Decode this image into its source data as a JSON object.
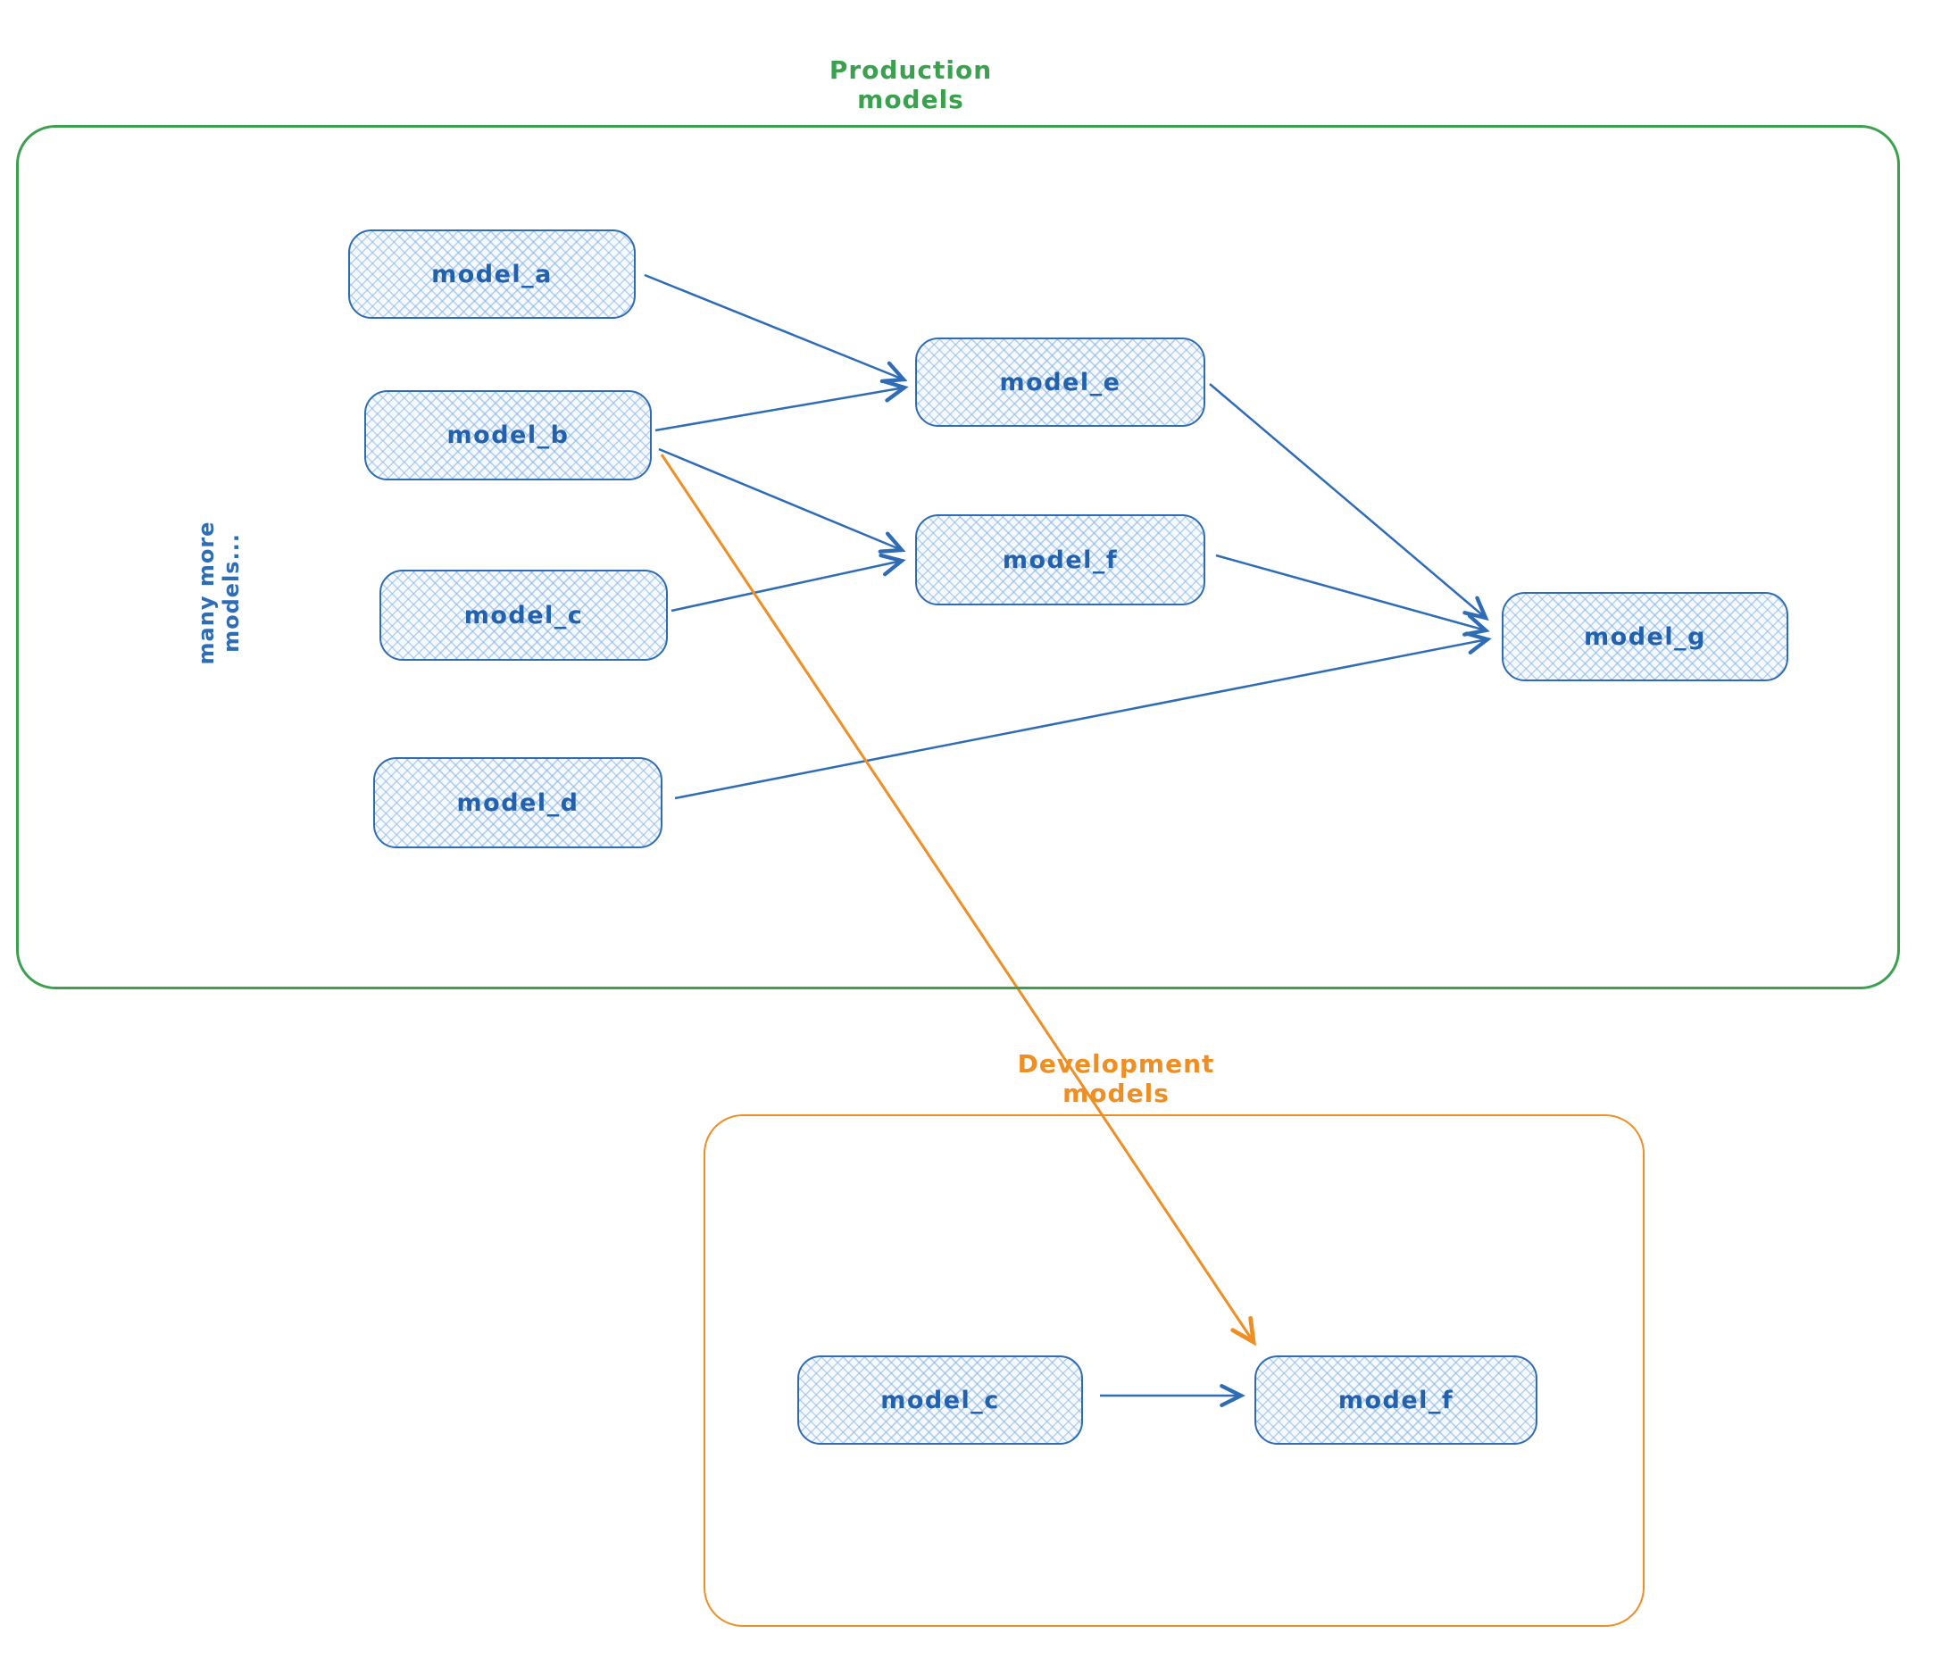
{
  "colors": {
    "node_stroke_blue": "#2e6cb5",
    "node_fill_blue": "#dbe9fa",
    "production_green": "#3ba14f",
    "development_orange": "#ee8e23"
  },
  "production": {
    "title": "Production models",
    "side_note": "many more models...",
    "nodes": [
      {
        "id": "model_a",
        "label": "model_a"
      },
      {
        "id": "model_b",
        "label": "model_b"
      },
      {
        "id": "model_c",
        "label": "model_c"
      },
      {
        "id": "model_d",
        "label": "model_d"
      },
      {
        "id": "model_e",
        "label": "model_e"
      },
      {
        "id": "model_f",
        "label": "model_f"
      },
      {
        "id": "model_g",
        "label": "model_g"
      }
    ],
    "edges": [
      {
        "from": "model_a",
        "to": "model_e"
      },
      {
        "from": "model_b",
        "to": "model_e"
      },
      {
        "from": "model_b",
        "to": "model_f"
      },
      {
        "from": "model_c",
        "to": "model_f"
      },
      {
        "from": "model_e",
        "to": "model_g"
      },
      {
        "from": "model_f",
        "to": "model_g"
      },
      {
        "from": "model_d",
        "to": "model_g"
      }
    ]
  },
  "development": {
    "title": "Development models",
    "nodes": [
      {
        "id": "model_c",
        "label": "model_c"
      },
      {
        "id": "model_f",
        "label": "model_f"
      }
    ],
    "edges": [
      {
        "from": "model_c",
        "to": "model_f"
      }
    ]
  },
  "cross_group_edges": [
    {
      "from": "production.model_b",
      "to": "development.model_f",
      "color": "#ee8e23"
    }
  ]
}
